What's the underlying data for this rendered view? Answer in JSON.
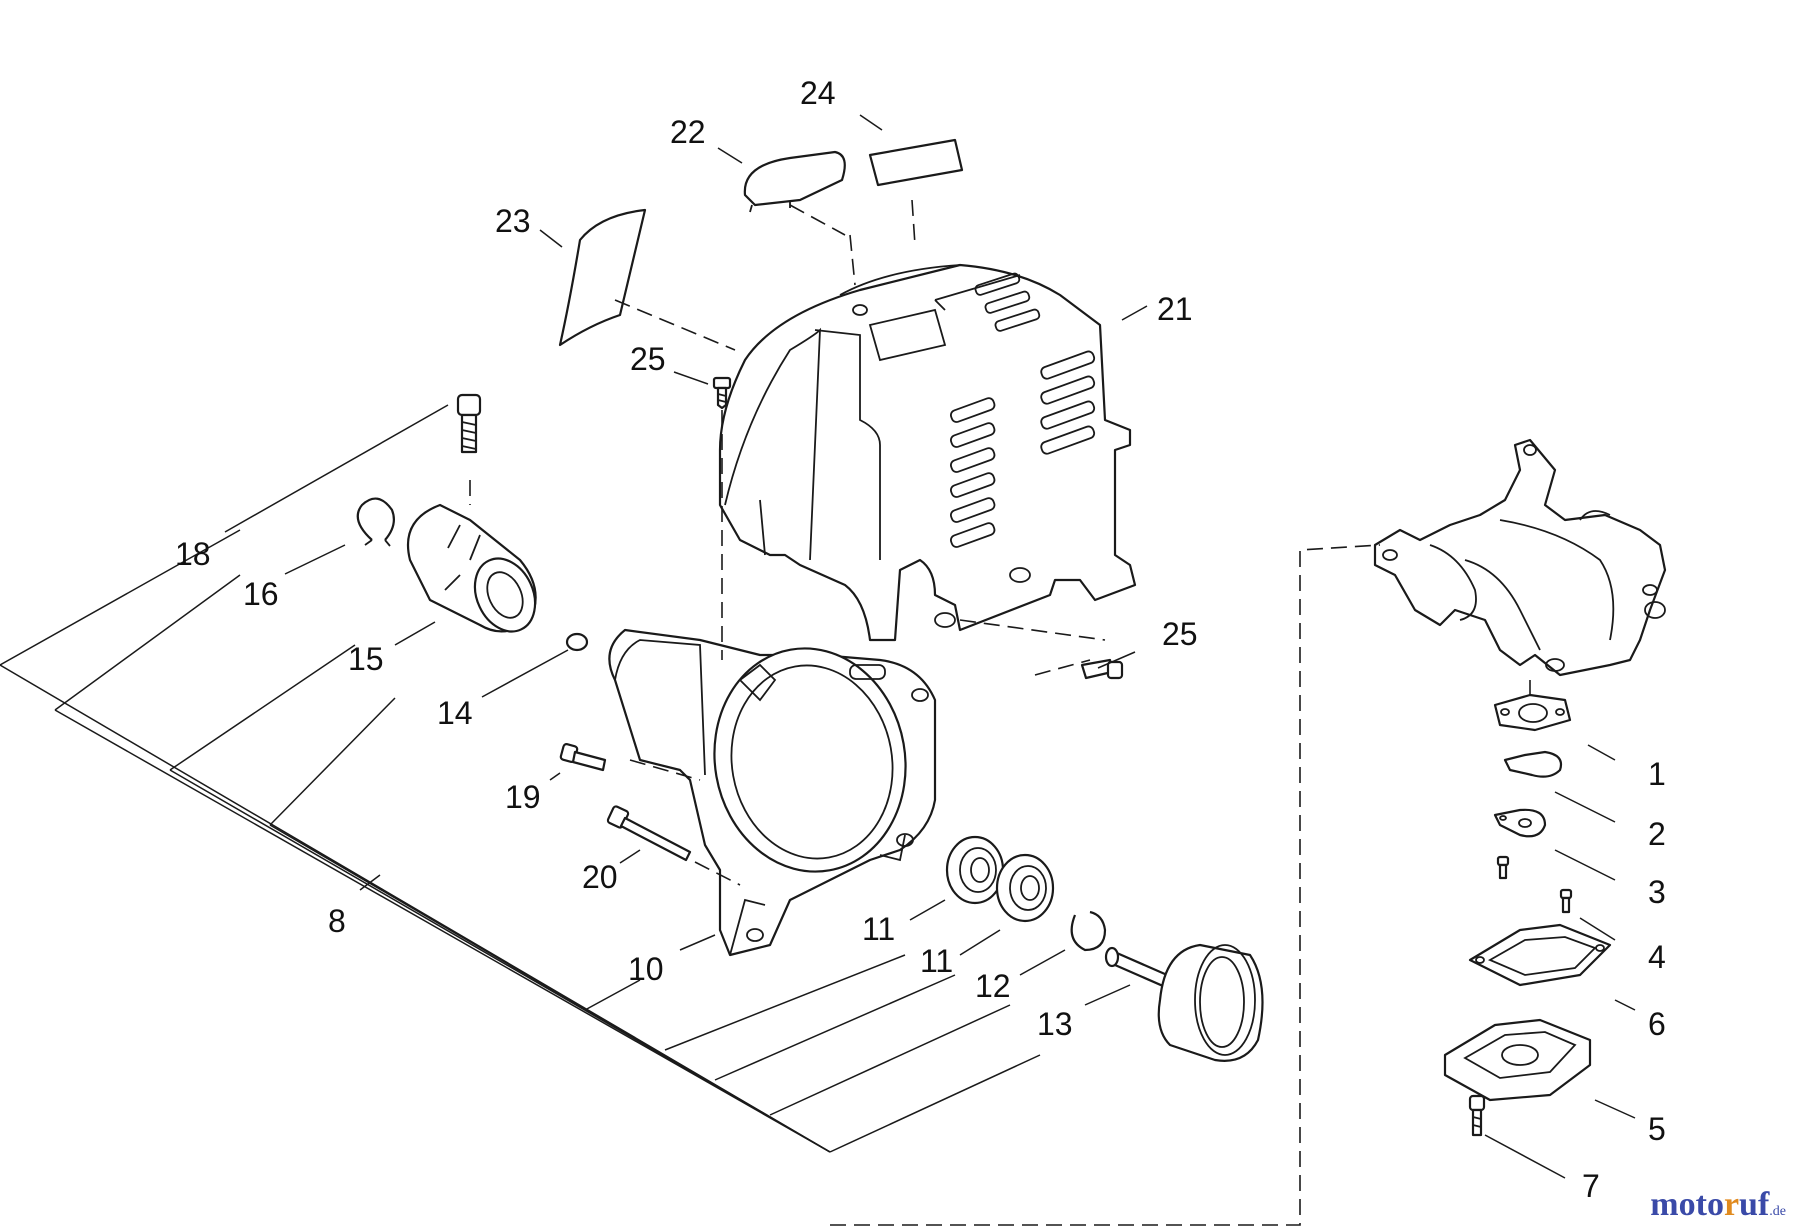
{
  "callouts": {
    "c1": "1",
    "c2": "2",
    "c3": "3",
    "c4": "4",
    "c5": "5",
    "c6": "6",
    "c7": "7",
    "c8": "8",
    "c10": "10",
    "c11a": "11",
    "c11b": "11",
    "c12": "12",
    "c13": "13",
    "c14": "14",
    "c15": "15",
    "c16": "16",
    "c18": "18",
    "c19": "19",
    "c20": "20",
    "c21": "21",
    "c22": "22",
    "c23": "23",
    "c24": "24",
    "c25a": "25",
    "c25b": "25"
  },
  "watermark": {
    "main": "moto",
    "accent": "r",
    "rest": "uf",
    "tld": ".de"
  }
}
